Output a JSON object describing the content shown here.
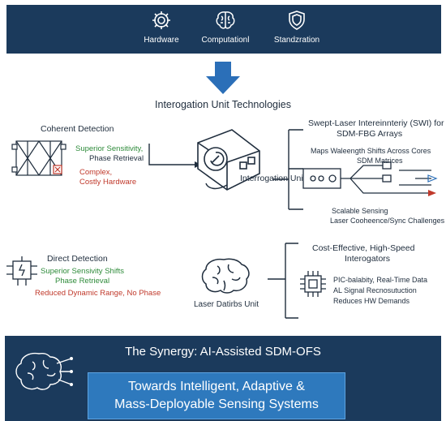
{
  "top_bar": {
    "items": [
      {
        "label": "Hardware",
        "icon": "gear-icon"
      },
      {
        "label": "Computationl",
        "icon": "brain-icon"
      },
      {
        "label": "Standzration",
        "icon": "shield-icon"
      }
    ]
  },
  "title": "Interogation Unit Technologies",
  "coherent": {
    "heading": "Coherent Detection",
    "pro_line1": "Superior Sensitivity,",
    "pro_line2": "Phase Retrieval",
    "con_line1": "Complex,",
    "con_line2": "Costly Hardware"
  },
  "swi": {
    "heading_line1": "Swept-Laser Intereinnteriy (SWI) for",
    "heading_line2": "SDM-FBG Arrays",
    "desc_line1": "Maps Waleength Shifts Across Cores",
    "desc_line2": "SDM Matrices",
    "foot_line1": "Scalable Sensing",
    "foot_line2": "Laser Cooheence/Sync Challenges"
  },
  "center_unit": {
    "label": "Interrogation Unit"
  },
  "direct": {
    "heading": "Direct Detection",
    "pro_line1": "Superior Sensivity Shifts",
    "pro_line2": "Phase Retrieval",
    "con_line": "Reduced Dynamic Range, No Phase"
  },
  "brain_unit": {
    "label": "Laser Datirbs Unit"
  },
  "cost": {
    "heading_line1": "Cost-Effective, High-Speed",
    "heading_line2": "Interogators",
    "line1": "PIC-balabity, Real-Time Data",
    "line2": "AL Signal Recnosutuction",
    "line3": "Reduces HW Demands"
  },
  "synergy": "The Synergy: AI-Assisted SDM-OFS",
  "conclusion": {
    "line1": "Towards Intelligent, Adaptive &",
    "line2": "Mass-Deployable Sensing Systems"
  },
  "colors": {
    "navy": "#1b3a5c",
    "arrow_blue": "#2b6fb8",
    "green": "#2e8b3a",
    "red": "#c0392b",
    "box_blue": "#2e79bd"
  }
}
